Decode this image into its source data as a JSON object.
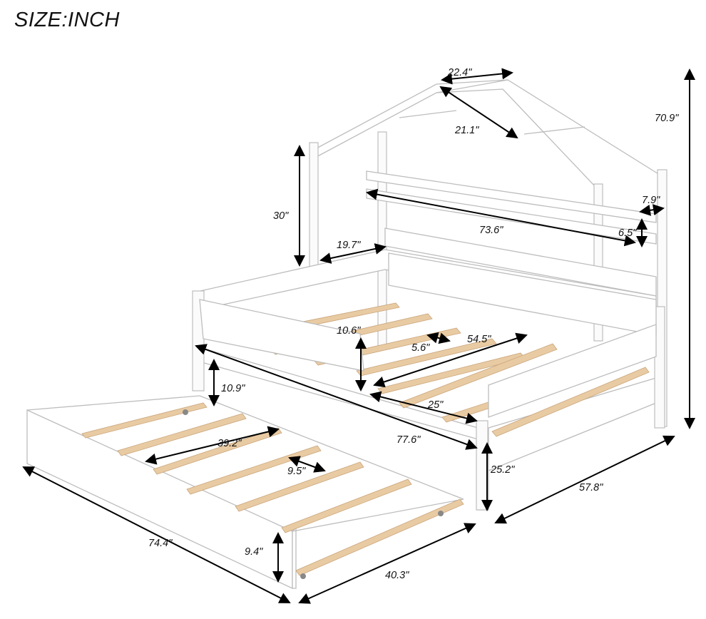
{
  "title": "SIZE:INCH",
  "dimensions": {
    "roof_width": "22.4\"",
    "total_height": "70.9\"",
    "roof_slope": "21.1\"",
    "roof_post_height": "30\"",
    "shelf_depth": "7.9\"",
    "shelf_length": "73.6\"",
    "shelf_height": "6.5\"",
    "rail_opening": "19.7\"",
    "guardrail_height": "10.6\"",
    "slat_length": "54.5\"",
    "slat_gap": "5.6\"",
    "underbed_clearance": "10.9\"",
    "rail_opening_front": "25\"",
    "trundle_slat_length": "39.2\"",
    "bed_length": "77.6\"",
    "trundle_slat_gap": "9.5\"",
    "bed_height": "25.2\"",
    "bed_width": "57.8\"",
    "trundle_length": "74.4\"",
    "trundle_height": "9.4\"",
    "trundle_width": "40.3\""
  },
  "colors": {
    "frame": "#ffffff",
    "slats": "#e9cba3",
    "dimension_lines": "#000000"
  }
}
